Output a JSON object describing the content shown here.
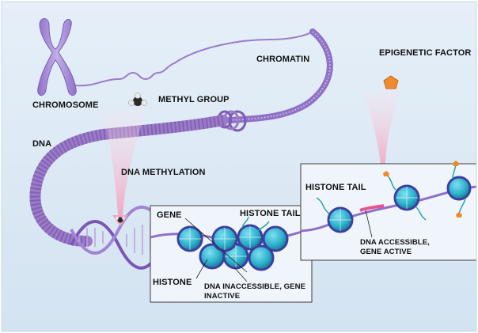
{
  "labels": {
    "chromosome": "CHROMOSOME",
    "chromatin": "CHROMATIN",
    "methyl_group": "METHYL GROUP",
    "epigenetic_factor": "EPIGENETIC FACTOR",
    "dna": "DNA",
    "dna_methylation": "DNA METHYLATION",
    "gene": "GENE",
    "histone_tail_left": "HISTONE TAIL",
    "histone_tail_right": "HISTONE TAIL",
    "histone": "HISTONE",
    "inaccessible_line1": "DNA INACCESSIBLE, GENE",
    "inaccessible_line2": "INACTIVE",
    "accessible_line1": "DNA ACCESSIBLE,",
    "accessible_line2": "GENE ACTIVE"
  },
  "colors": {
    "background": "#dde9f4",
    "panel": "#eef4fa",
    "chromatin_purple": "#9b7bc8",
    "chromatin_dark": "#6e4fa6",
    "nucleosome_teal": "#2fb6cf",
    "nucleosome_dark": "#1b7f99",
    "dna_wrap_blue": "#3c3fa0",
    "arrow_pink": "#f3b9cc",
    "epigenetic_orange": "#f08a2e",
    "histone_tail_teal": "#27a5a5",
    "active_pink": "#e8538e"
  },
  "icons": [
    "chromosome-icon",
    "methyl-group-icon",
    "epigenetic-factor-icon",
    "nucleosome-icon",
    "methyl-mark-icon"
  ]
}
